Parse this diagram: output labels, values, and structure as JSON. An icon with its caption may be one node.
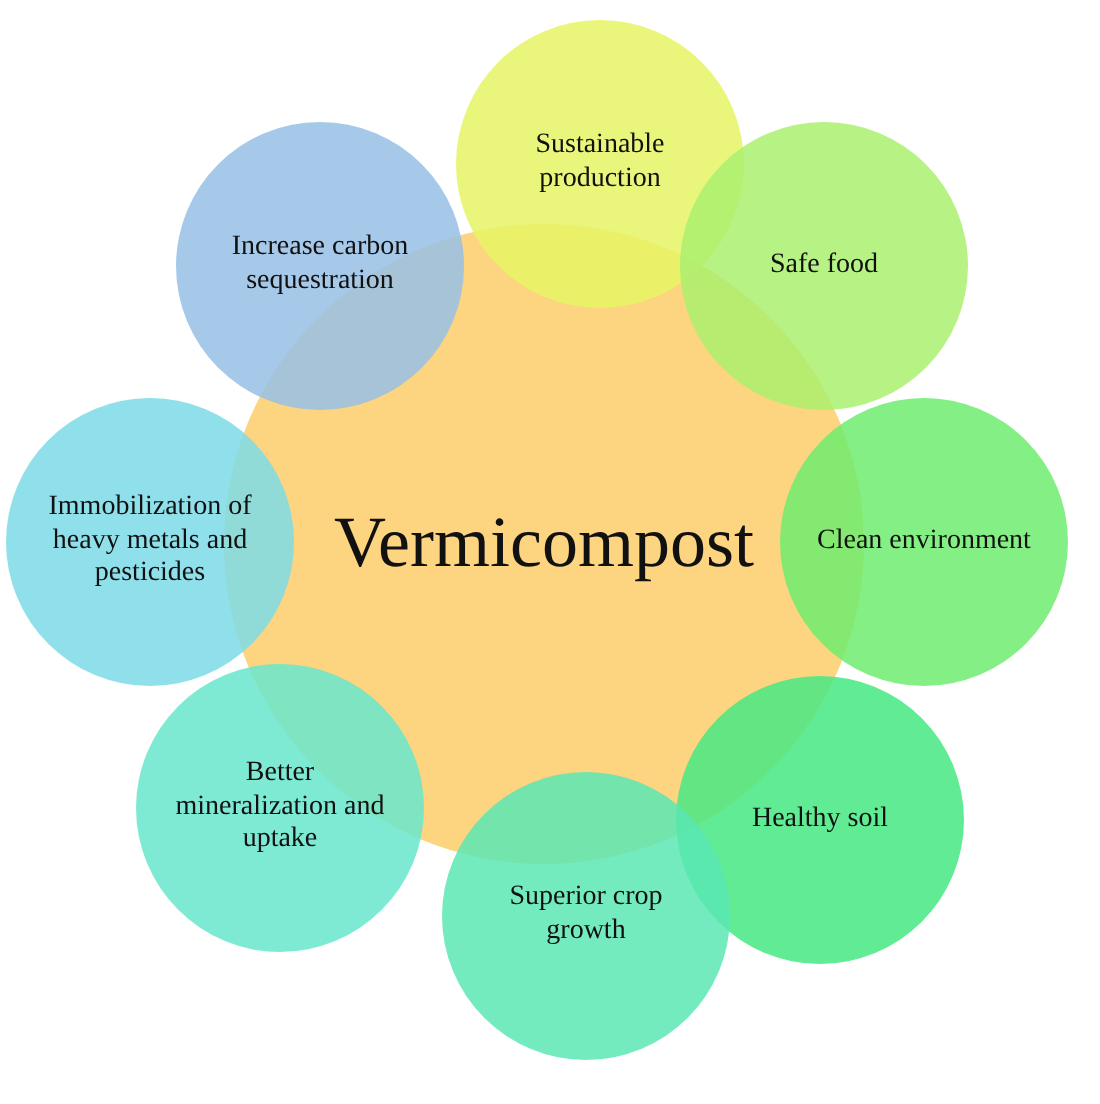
{
  "diagram": {
    "nodes": [
      {
        "text": [
          "Vermicompost"
        ]
      },
      {
        "text": [
          "Sustainable production"
        ]
      },
      {
        "text": [
          "Safe food"
        ]
      },
      {
        "text": [
          "Clean environment"
        ]
      },
      {
        "text": [
          "Healthy soil"
        ]
      },
      {
        "text": [
          "Superior crop growth"
        ]
      },
      {
        "text": [
          "Better mineralization and uptake"
        ]
      },
      {
        "text": [
          "Immobilization of heavy metals and pesticides"
        ]
      },
      {
        "text": [
          "Increase carbon sequestration"
        ]
      }
    ]
  }
}
